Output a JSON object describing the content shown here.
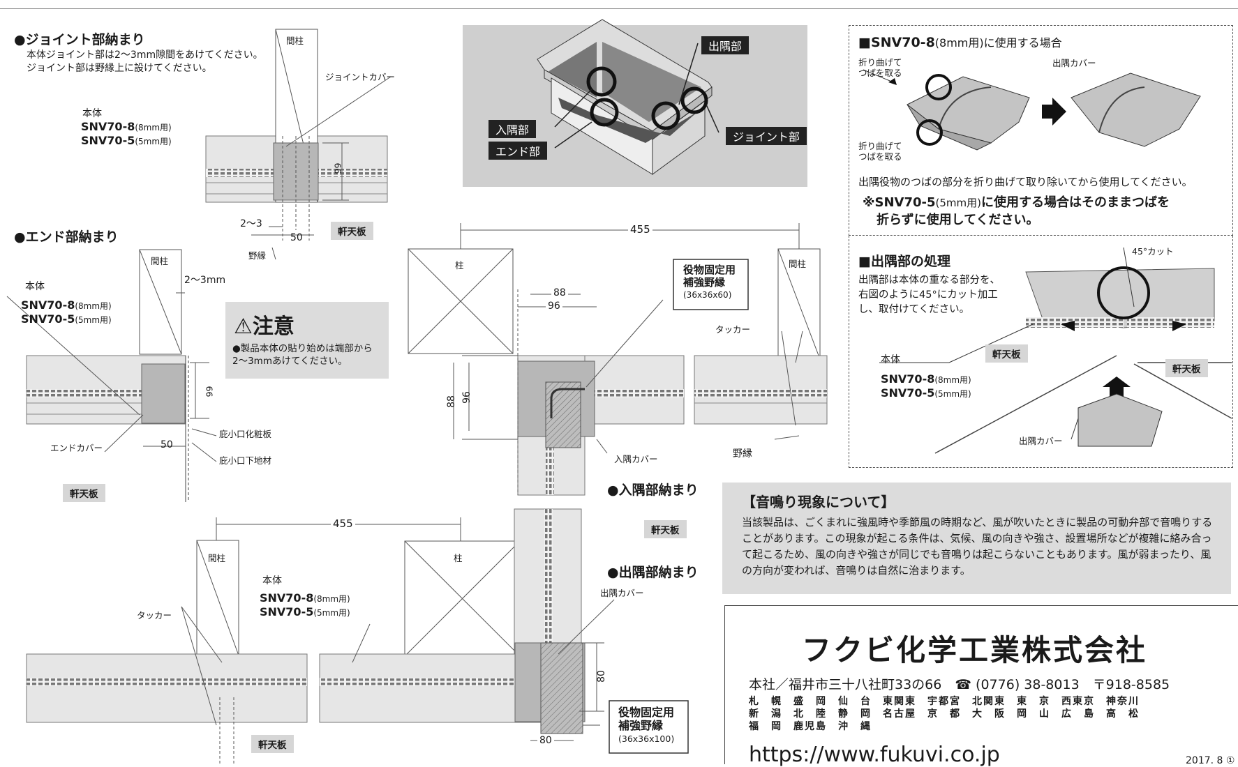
{
  "joint": {
    "title": "●ジョイント部納まり",
    "desc": "本体ジョイント部は2〜3mm隙間をあけてください。ジョイント部は野縁上に設けてください。",
    "hontai": "本体",
    "prod8": "SNV70-8",
    "prod8_note": "(8mm用)",
    "prod5": "SNV70-5",
    "prod5_note": "(5mm用)",
    "mabashira": "間柱",
    "joint_cover": "ジョイントカバー",
    "dim_66": "66",
    "dim_gap": "2〜3",
    "dim_50": "50",
    "nobuchi": "野縁",
    "nokiten": "軒天板"
  },
  "end": {
    "title": "●エンド部納まり",
    "hontai": "本体",
    "prod8": "SNV70-8",
    "prod8_note": "(8mm用)",
    "prod5": "SNV70-5",
    "prod5_note": "(5mm用)",
    "mabashira": "間柱",
    "dim_gap": "2〜3mm",
    "dim_66": "66",
    "dim_50": "50",
    "end_cover": "エンドカバー",
    "fascia": "庇小口化粧板",
    "fascia_base": "庇小口下地材",
    "nokiten": "軒天板"
  },
  "caution": {
    "title": "⚠注意",
    "body": "●製品本体の貼り始めは端部から2〜3mmあけてください。"
  },
  "photo_labels": {
    "dezumi": "出隅部",
    "irizumi": "入隅部",
    "end": "エンド部",
    "joint": "ジョイント部"
  },
  "inner": {
    "title": "●入隅部納まり",
    "dim_455": "455",
    "dim_88": "88",
    "dim_96": "96",
    "dim_88v": "88",
    "dim_96v": "96",
    "hashira": "柱",
    "mabashira": "間柱",
    "reinforce": "役物固定用",
    "reinforce2": "補強野縁",
    "reinforce_size": "(36x36x60)",
    "tacker": "タッカー",
    "cover": "入隅カバー",
    "nobuchi": "野縁",
    "nokiten": "軒天板"
  },
  "outer": {
    "title": "●出隅部納まり",
    "dim_455": "455",
    "mabashira": "間柱",
    "hashira": "柱",
    "tacker": "タッカー",
    "hontai": "本体",
    "prod8": "SNV70-8",
    "prod8_note": "(8mm用)",
    "prod5": "SNV70-5",
    "prod5_note": "(5mm用)",
    "cover": "出隅カバー",
    "dim_80v": "80",
    "dim_80h": "80",
    "reinforce": "役物固定用",
    "reinforce2": "補強野縁",
    "reinforce_size": "(36x36x100)",
    "nokiten": "軒天板"
  },
  "snv8": {
    "title": "■SNV70-8",
    "title_note": "(8mm用)に使用する場合",
    "fold1": "折り曲げて",
    "fold2": "つばを取る",
    "cover": "出隅カバー",
    "desc": "出隅役物のつばの部分を折り曲げて取り除いてから使用してください。",
    "note_a": "※SNV70-5",
    "note_b": "(5mm用)",
    "note_c": "に使用する場合はそのままつばを",
    "note_d": "折らずに使用してください。"
  },
  "corner": {
    "title": "■出隅部の処理",
    "desc": "出隅部は本体の重なる部分を、右図のように45°にカット加工し、取付けてください。",
    "cut": "45°カット",
    "nokiten": "軒天板",
    "hontai": "本体",
    "prod8": "SNV70-8",
    "prod8_note": "(8mm用)",
    "prod5": "SNV70-5",
    "prod5_note": "(5mm用)",
    "cover": "出隅カバー"
  },
  "noise": {
    "title": "【音鳴り現象について】",
    "body": "当該製品は、ごくまれに強風時や季節風の時期など、風が吹いたときに製品の可動弁部で音鳴りすることがあります。この現象が起こる条件は、気候、風の向きや強さ、設置場所などが複雑に絡み合って起こるため、風の向きや強さが同じでも音鳴りは起こらないこともあります。風が弱まったり、風の方向が変われば、音鳴りは自然に治まります。"
  },
  "footer": {
    "company": "フクビ化学工業株式会社",
    "address": "本社／福井市三十八社町33の66　☎ (0776) 38-8013　〒918-8585",
    "branches_1": "札　幌　盛　岡　仙　台　東関東　宇都宮　北関東　東　京　西東京　神奈川",
    "branches_2": "新　潟　北　陸　静　岡　名古屋　京　都　大　阪　岡　山　広　島　高　松",
    "branches_3": "福　岡　鹿児島　沖　縄",
    "url": "https://www.fukuvi.co.jp",
    "date": "2017. 8 ①"
  }
}
